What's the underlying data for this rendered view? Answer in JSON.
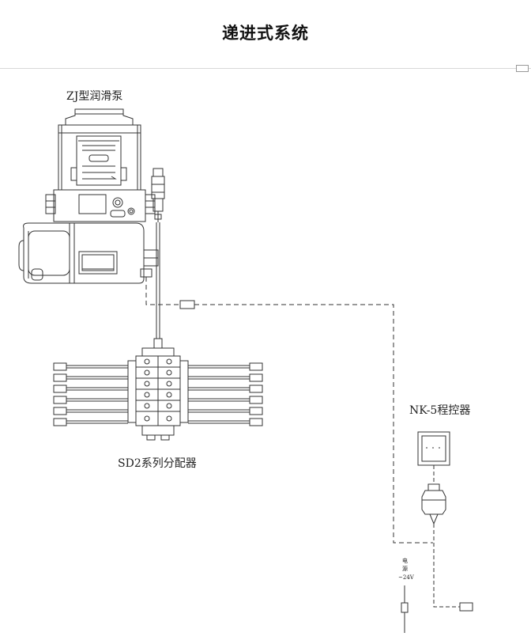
{
  "header": {
    "title": "递进式系统"
  },
  "diagram": {
    "pump_label": "ZJ型润滑泵",
    "distributor_label": "SD2系列分配器",
    "controller_label": "NK-5程控器",
    "power_label_line1": "电",
    "power_label_line2": "源",
    "power_label_line3": "~24V"
  },
  "colors": {
    "line": "#333333",
    "background": "#ffffff"
  }
}
